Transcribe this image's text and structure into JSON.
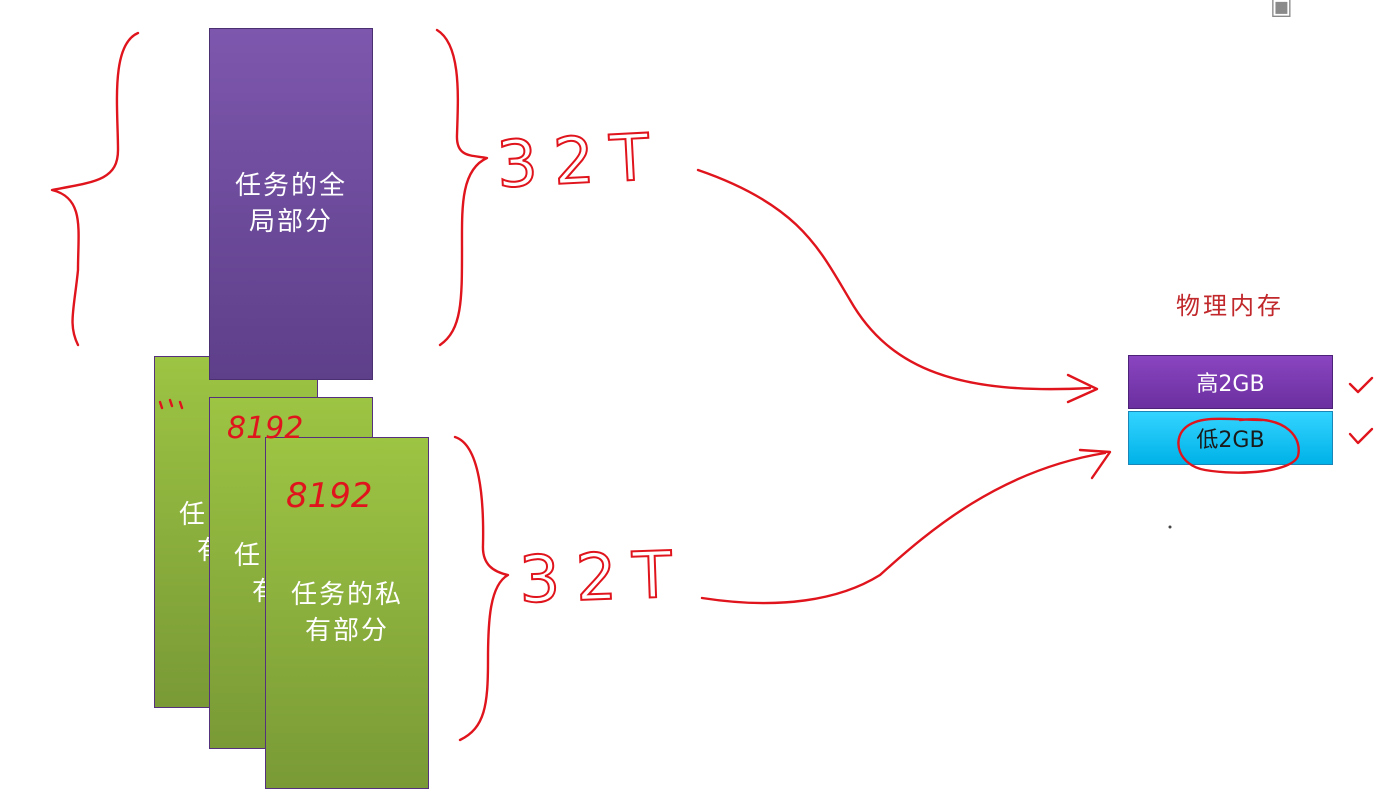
{
  "global_block": {
    "label_line1": "任务的全",
    "label_line2": "局部分"
  },
  "private_blocks": [
    {
      "label_line1": "任",
      "label_line2": "有"
    },
    {
      "label_line1": "任",
      "label_line2": "有"
    },
    {
      "label_line1": "任务的私",
      "label_line2": "有部分"
    }
  ],
  "physical_memory": {
    "title": "物理内存",
    "high": "高2GB",
    "low": "低2GB"
  },
  "annotations": {
    "top_size": "32T",
    "bottom_size": "32T",
    "count_a": "8192",
    "count_b": "8192"
  },
  "colors": {
    "global_purple": "#7d57ad",
    "private_green": "#9dc443",
    "memory_high": "#7a3bb0",
    "memory_low": "#1ec2f5",
    "ink_red": "#e0141c"
  }
}
